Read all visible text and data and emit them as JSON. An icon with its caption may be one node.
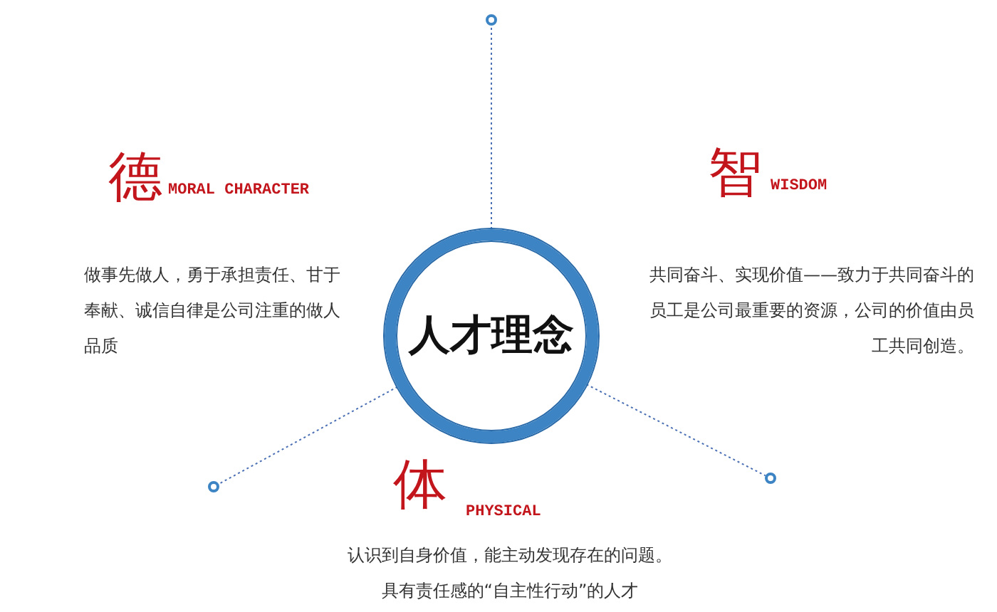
{
  "diagram": {
    "nodes": [
      {
        "text": [],
        "shape": "circle"
      },
      {
        "text": [
          "人才理念"
        ]
      },
      {
        "text": [],
        "shape": "circle"
      },
      {
        "text": [],
        "shape": "circle"
      }
    ],
    "edges": [
      {
        "from": 1,
        "to": 0,
        "arrow": "none",
        "style": "dashed"
      },
      {
        "from": 1,
        "to": 2,
        "arrow": "none",
        "style": "dashed"
      },
      {
        "from": 1,
        "to": 3,
        "arrow": "none",
        "style": "dashed"
      }
    ],
    "labels": [
      "德",
      "MORAL CHARACTER",
      "智",
      "WISDOM",
      "做事先做人，勇于承担责任、甘于奉献、诚信自律是公司注重的做人品质",
      "共同奋斗、实现价值——致力于共同奋斗的员工是公司最重要的资源，公司的价值由员工共同创造。",
      "体",
      "PHYSICAL",
      "认识到自身价值，能主动发现存在的问题。具有责任感的“自主性行动”的人才"
    ]
  }
}
